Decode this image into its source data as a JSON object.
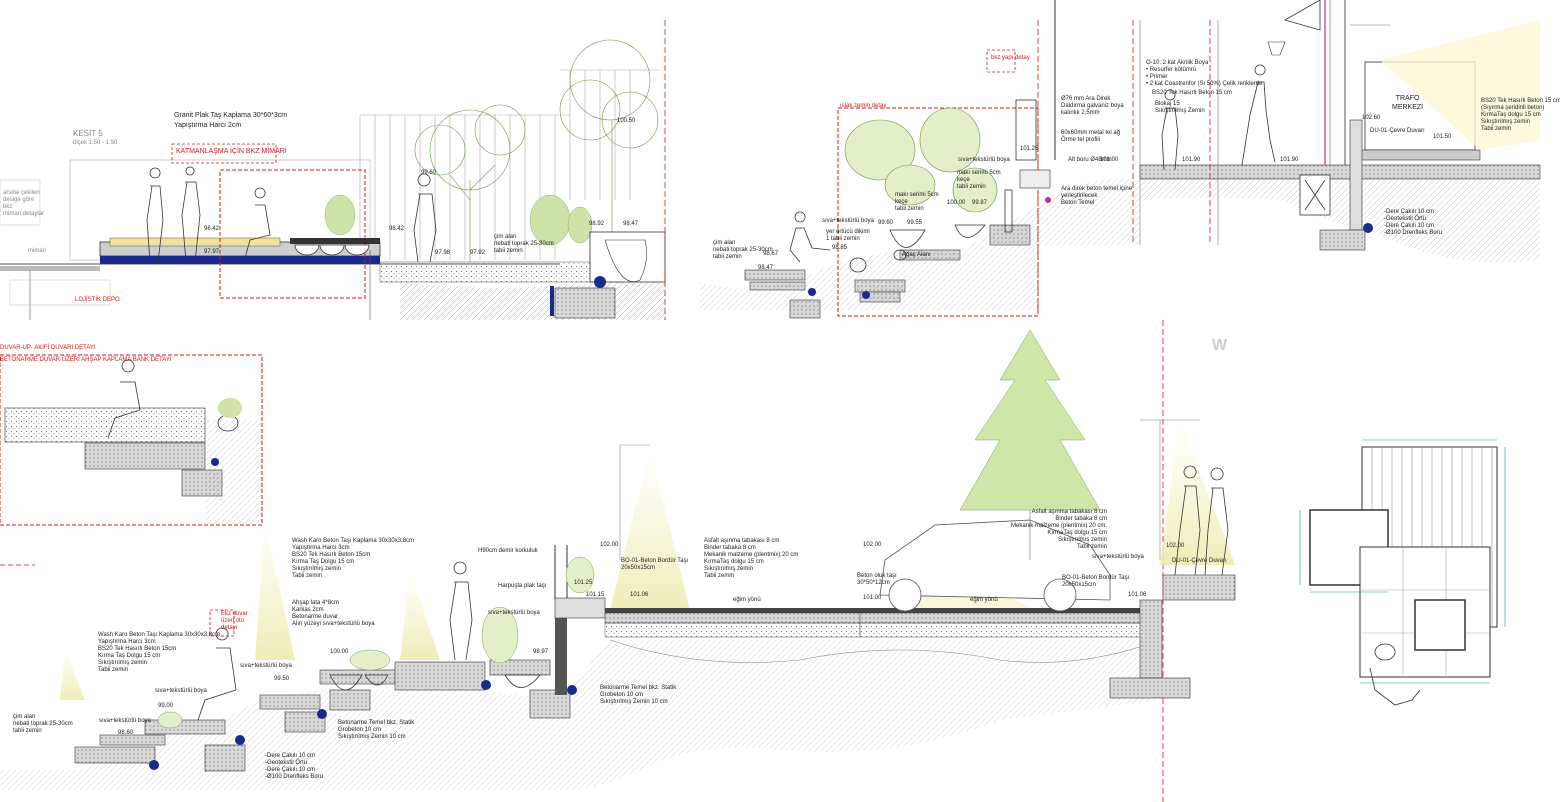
{
  "drawing": {
    "section_label": "KESİT 5",
    "section_scale": "ölçek 1:50 - 1:50",
    "legend_notes": [
      "arsine çekilen",
      "desige göre",
      "bkz",
      "mimari detaylar"
    ],
    "cut_label": "mimari",
    "logistik": "LOJİSTİK DEPO",
    "watermark": "W"
  },
  "top_left": {
    "granite_title": "Granit Plak Taş Kaplama 30*60*3cm",
    "granite_sub": "Yapıştırma Harcı 2cm",
    "katmanlasma": "KATMANLAŞMA İÇİN BKZ MİMARİ",
    "levels": [
      "100.50",
      "99.60",
      "98.42",
      "97.97",
      "98.42",
      "97.98",
      "97.92",
      "98.92",
      "98.47"
    ],
    "cim_alan": "çim alan\nnebati toprak 25-30cm\ntabii zemin"
  },
  "top_mid": {
    "red_box": "ıslak zemin detay",
    "title_red": "bkz yapı detay",
    "notes": [
      "Ø76 mm Ara Direk\nDaldırma galvaniz boya\nkalınlık 2,5mm",
      "60x60mm metal tel ağ\nÖrme tel profili",
      "Alt boru Ø48mm",
      "Ara direk beton temel içine\nyerleştirilecek\nBeton Temel",
      "sıva+tekstürlü boya",
      "makı serimi 5cm\nkeçe\ntabii zemin",
      "makı serimi 5cm\nkeçe\ntabii zemin",
      "yer örtücü dikimi\n1 tabii zemin",
      "sıva+tekstürlü boya",
      "Ağaç Alanı"
    ],
    "levels": [
      "101.25",
      "101.00",
      "100.00",
      "99.87",
      "99.55",
      "99.60",
      "98.85",
      "98.67",
      "98.47"
    ],
    "cim_alan": "çim alan\nnebati toprak 25-30cm\ntabii zemin"
  },
  "top_right": {
    "paint_notes": "O-10: 2 kat Akrilik Boya\n• Resurfer kötümrü\n• Primer\n• 2 kat Coastrenfor (Sı 50%) Çelik renklerde",
    "bs20": "BS20 Tek Hasırlı Beton 15 cm",
    "stack": "Blokaj 15\nSıkıştırılmış Zemin",
    "level_a": "101.90",
    "level_b": "101.90",
    "trafo": "TRAFO\nMERKEZİ",
    "trafo_notes": "BS20 Tek Hasırlı Beton 15 cm\n(Sıyırma şeridinli beton)\nKırmaTaş dolgu 15 cm\nSıkıştırılmış zemin\nTabii zemin",
    "level_c": "102.60",
    "curb": "DU-01-Çevre Duvarı",
    "level_d": "101.50",
    "drain": "-Dere Çakılı 10 cm\n-Geotekstil Örtü\n-Dere Çakılı 10 cm\n-Ø100 Drenfleks Boru"
  },
  "mid_left": {
    "title1": "DUVAR-UP- AKIFİ DUVARI DETAYI",
    "title2": "BETONARME DUVAR ÜZERİ AHŞAP KAPLAMA BANK DETAYI"
  },
  "bottom": {
    "wash1": "Wash Karo Beton Taşı Kaplama 30x30x3,8cm\nYapıştırma Harcı 3cm\nBS20 Tek Hasırlı Beton 15cm\nKırma Taş Dolgu 15 cm\nSıkıştırılmış zemin\nTabii zemin",
    "wash2": "Wash Karo Beton Taşı Kaplama 30x30x3,8cm\nYapıştırma Harcı 3cm\nBS20 Tek Hasırlı Beton 15cm\nKırma Taş Dolgu 15 cm\nSıkıştırılmış zemin\nTabii zemin",
    "ahsap": "Ahşap lata 4*8cm\nKarkas 2cm\nBetonarme duvar\nAlın yüzeyi sıva+tekstürlü boya",
    "red_note": "Ekz duvar\nüzeri oto\ndetayı",
    "cim_alan": "çim alan\nnebati toprak 25-30cm\ntabii zemin",
    "siva1": "sıva+tekstürlü boya",
    "siva2": "sıva+tekstürlü boya",
    "siva3": "sıva+tekstürlü boya",
    "temel": "Betonarme Temel bkz. Statik\nGrobeton 10 cm\nSıkıştırılmış Zemin 10 cm",
    "drain_list": "-Dere Çakılı 10 cm\n-Geotekstil Örtü\n-Dere Çakılı 10 cm\n-Ø100 Drenfleks Boru",
    "korkuluk": "H90cm demir korkuluk",
    "harpuşta": "Harpuşta plak taşı",
    "siva4": "sıva+tekstürlü boya",
    "temel2": "Betonarme Temel bkz. Statik\nGrobeton 10 cm\nSıkıştırılmış Zemin 10 cm",
    "bordur1": "BO-01-Beton Bordür Taşı\n20x50x15cm",
    "asfalt1": "Asfalt aşınma tabakası 8 cm\nBinder tabaka 8 cm\nMekanik malzeme (plentmix) 20 cm\nKırmaTaş dolgu 15 cm\nSıkıştırılmış zemin\nTabii zemin",
    "oluk": "Beton oluk taşı\n30*50*12cm",
    "asfalt2": "Asfalt aşınma tabakası 8 cm\nBinder tabaka 8 cm\nMekanik malzeme (plentmix) 20 cm.\nKırmaTaş dolgu 15 cm\nSıkıştırılmış zemin\nTabii zemin",
    "bordur2": "BO-01-Beton Bordür Taşı\n20x50x15cm",
    "siva5": "sıva+tekstürlü boya",
    "curb2": "DU-01-Çevre Duvarı",
    "egim1": "eğim yönü",
    "egim2": "eğim yönü",
    "levels": [
      "100.00",
      "99.50",
      "99.00",
      "98.60",
      "98.97",
      "101.25",
      "101.06",
      "101.15",
      "102.00",
      "102.00",
      "101.00",
      "101.06",
      "102.00"
    ]
  }
}
